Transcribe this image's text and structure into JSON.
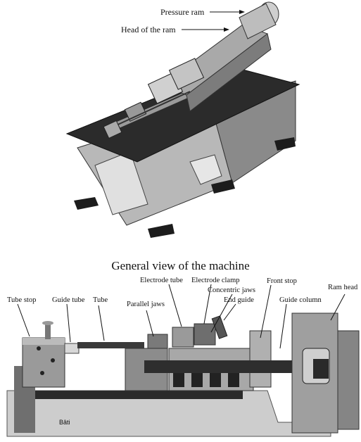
{
  "top_figure": {
    "labels": {
      "pressure_ram": "Pressure ram",
      "head_of_ram": "Head of the ram"
    }
  },
  "caption": "General  view of the machine",
  "bottom_figure": {
    "labels": {
      "tube_stop": "Tube stop",
      "guide_tube": "Guide tube",
      "tube": "Tube",
      "parallel_jaws": "Parallel jaws",
      "electrode_tube": "Electrode tube",
      "electrode_clamp": "Electrode clamp",
      "concentric_jaws": "Concentric jaws",
      "end_guide": "End guide",
      "front_stop": "Front stop",
      "guide_column": "Guide column",
      "ram_head": "Ram head",
      "bati": "Bâti"
    }
  }
}
